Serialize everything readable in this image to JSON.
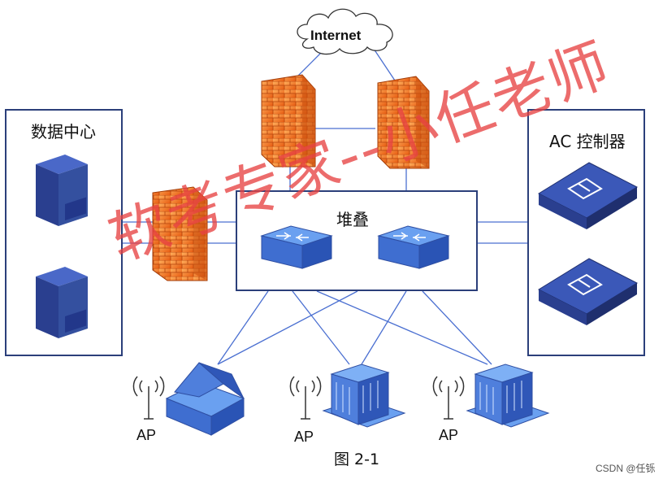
{
  "internet": {
    "label": "Internet"
  },
  "datacenter": {
    "label": "数据中心"
  },
  "ac": {
    "label": "AC 控制器"
  },
  "stack": {
    "label": "堆叠"
  },
  "aps": [
    {
      "label": "AP"
    },
    {
      "label": "AP"
    },
    {
      "label": "AP"
    }
  ],
  "caption": "图 2-1",
  "credit": "CSDN @任铄",
  "watermark": "软考专家--小任老师",
  "colors": {
    "box_border": "#2b3f7a",
    "line": "#4a6fd1",
    "firewall": "#f07b2a",
    "device": "#2f4fa3",
    "watermark": "#e74242"
  }
}
